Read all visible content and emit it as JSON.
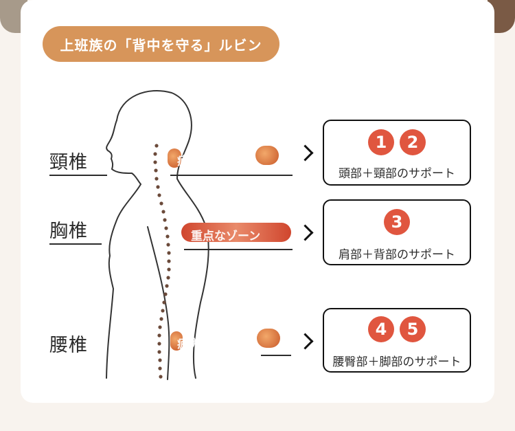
{
  "title": "上班族の「背中を守る」ルビン",
  "spine_labels": [
    {
      "label": "頸椎",
      "strip": "疲労の重症地域"
    },
    {
      "label": "胸椎",
      "strip": "重点なゾーン"
    },
    {
      "label": "腰椎",
      "strip": "疲労の重症地域"
    }
  ],
  "support_boxes": [
    {
      "badges": [
        "1",
        "2"
      ],
      "text": "頭部＋頸部のサポート"
    },
    {
      "badges": [
        "3"
      ],
      "text": "肩部＋背部のサポート"
    },
    {
      "badges": [
        "4",
        "5"
      ],
      "text": "腰臀部＋脚部のサポート"
    }
  ],
  "colors": {
    "accent": "#d7955a",
    "badge": "#e0563f",
    "spine_dots": "#6b4a3a"
  },
  "icons": [
    "chevron-right-icon"
  ]
}
